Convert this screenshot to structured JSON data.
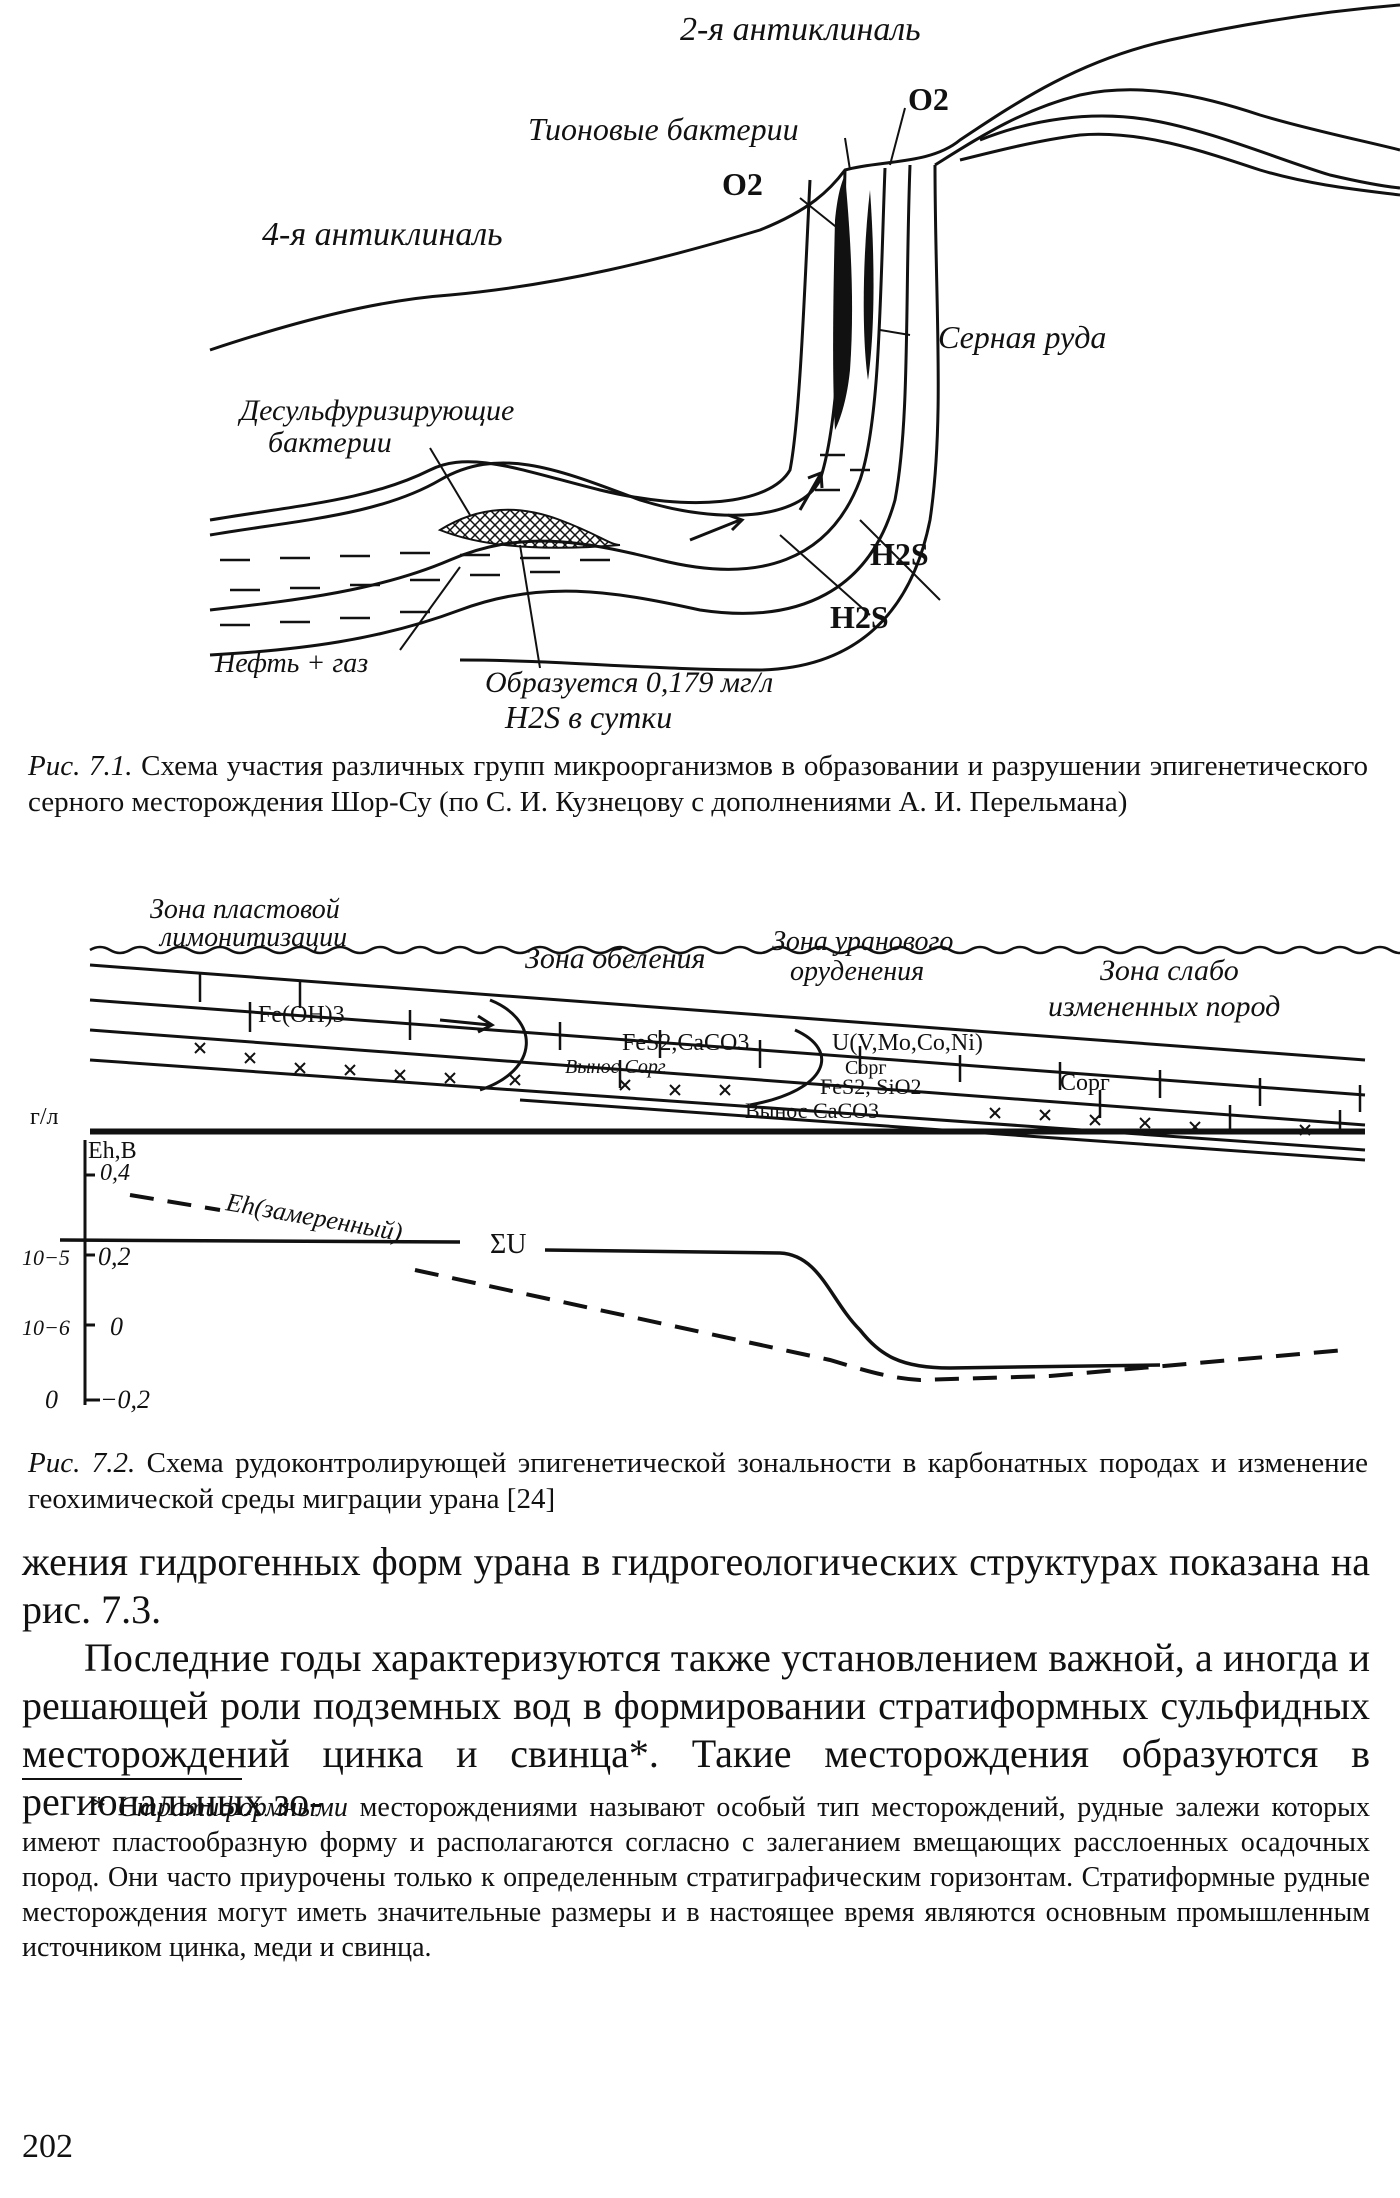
{
  "figure1": {
    "labels": {
      "anticline2": "2-я антиклиналь",
      "anticline4": "4-я антиклиналь",
      "thionic": "Тионовые бактерии",
      "o2_top": "O2",
      "o2_left": "O2",
      "sulfur_ore": "Серная руда",
      "desulf_1": "Десульфуризирующие",
      "desulf_2": "бактерии",
      "h2s_1": "H2S",
      "h2s_2": "H2S",
      "oil_gas": "Нефть + газ",
      "formed_1": "Образуется 0,179 мг/л",
      "formed_2": "H2S в сутки"
    },
    "caption_label": "Рис. 7.1.",
    "caption_text": " Схема участия различных групп микроорганизмов в образовании и разрушении эпигенетического серного месторождения Шор-Су (по С. И. Кузнецову с дополнениями А. И. Перельмана)"
  },
  "figure2": {
    "zones": {
      "z1_a": "Зона пластовой",
      "z1_b": "лимонитизации",
      "z2": "Зона обеления",
      "z3_a": "Зона уранового",
      "z3_b": "оруденения",
      "z4_a": "Зона слабо",
      "z4_b": "измененных пород"
    },
    "minerals": {
      "feoh": "Fe(OH)3",
      "fes2_caco3": "FeS2,CaCO3",
      "vynos_corg": "Вынос Cорг",
      "u_metals": "U(V,Mo,Co,Ni)",
      "corg_a": "Cорг",
      "fes2_sio2": "FeS2, SiO2",
      "vynos_caco3": "Вынос CaCO3",
      "corg_b": "Cорг"
    },
    "axes": {
      "left_unit": "г/л",
      "eh_unit": "Eh,В",
      "eh_ticks": [
        "0,4",
        "0,2",
        "0",
        "−0,2"
      ],
      "conc_ticks": [
        "10−5",
        "10−6",
        "0"
      ]
    },
    "curve_labels": {
      "eh": "Eh(замеренный)",
      "sum_u": "ΣU"
    },
    "caption_label": "Рис. 7.2.",
    "caption_text": " Схема рудоконтролирующей эпигенетической зональности в карбонатных породах и изменение геохимической среды миграции урана [24]"
  },
  "body": {
    "p1": "жения гидрогенных форм урана в гидрогеологических структурах показана на рис. 7.3.",
    "p2": "Последние годы характеризуются также установлением важной, а иногда и решающей роли подземных вод в формировании стратиформных сульфидных месторождений цинка и свинца*. Такие месторождения образуются в региональных зо-"
  },
  "footnote": {
    "mark": "*",
    "term": "Стратиформными",
    "text": " месторождениями называют особый тип месторождений, рудные залежи которых имеют пластообразную форму и располагаются согласно с залеганием вмещающих расслоенных осадочных пород. Они часто приурочены только к определенным стратиграфическим горизонтам. Стратиформные рудные месторождения могут иметь значительные размеры и в настоящее время являются основным промышленным источником цинка, меди и свинца."
  },
  "page_number": "202"
}
